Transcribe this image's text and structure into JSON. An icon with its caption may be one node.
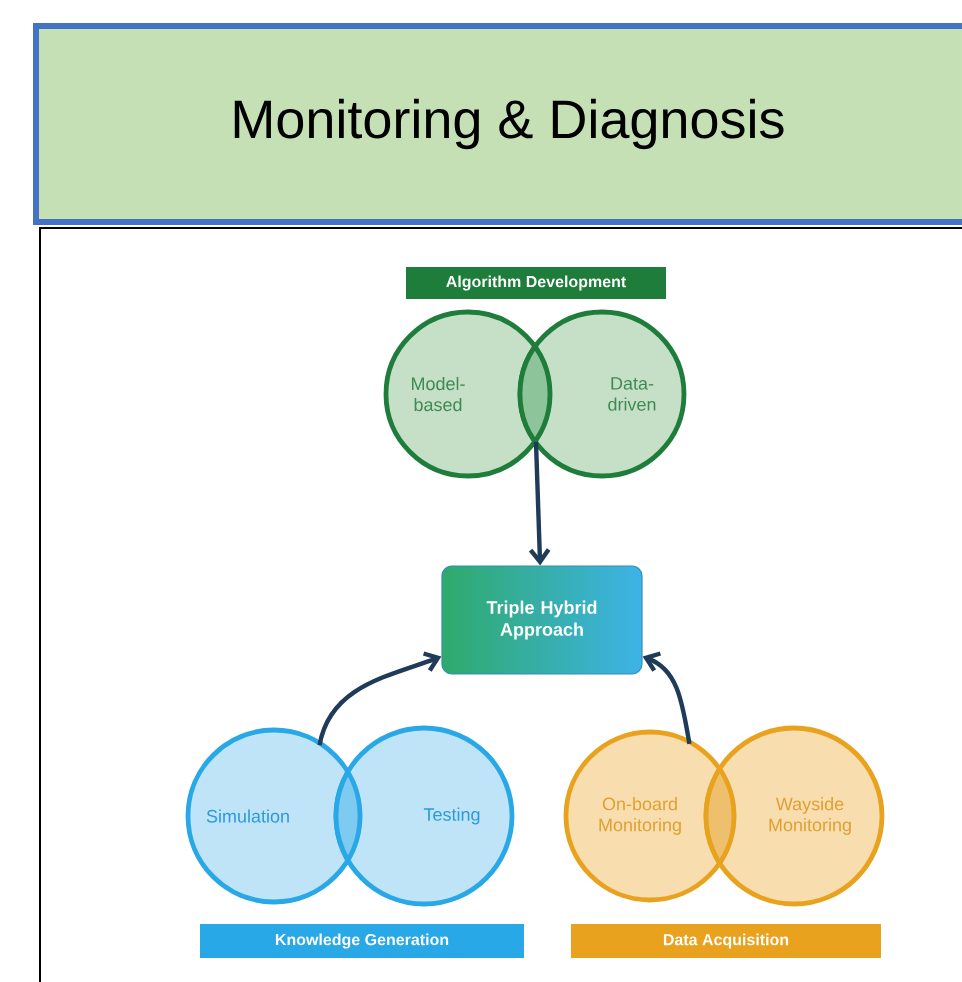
{
  "diagram": {
    "nodes": [
      {
        "text": [
          "Monitoring & Diagnosis"
        ]
      },
      {
        "text": [
          "Algorithm Development"
        ]
      },
      {
        "text": [
          "Model-based"
        ]
      },
      {
        "text": [
          "Data-driven"
        ]
      },
      {
        "text": [
          "Triple Hybrid Approach"
        ]
      },
      {
        "text": [
          "Simulation"
        ]
      },
      {
        "text": [
          "Testing"
        ]
      },
      {
        "text": [
          "Knowledge Generation"
        ]
      },
      {
        "text": [
          "On-board Monitoring"
        ]
      },
      {
        "text": [
          "Wayside Monitoring"
        ]
      },
      {
        "text": [
          "Data Acquisition"
        ]
      }
    ],
    "edges": [
      {
        "from": 2,
        "to": 4,
        "arrow": "to"
      },
      {
        "from": 5,
        "to": 4,
        "arrow": "to"
      },
      {
        "from": 8,
        "to": 4,
        "arrow": "to"
      }
    ]
  }
}
